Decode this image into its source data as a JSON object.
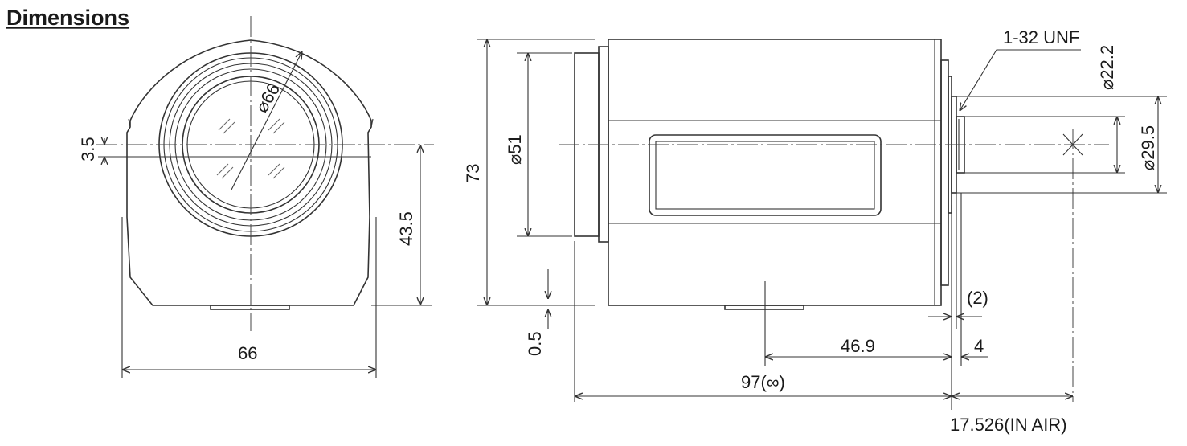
{
  "title": "Dimensions",
  "front_view": {
    "diameter": "⌀66",
    "offset": "3.5",
    "height_to_axis": "43.5",
    "width": "66"
  },
  "side_view": {
    "total_height": "73",
    "front_diameter": "⌀51",
    "base_offset": "0.5",
    "mount_thread": "1-32 UNF",
    "flange_diameter": "⌀22.2",
    "outer_flange_diameter": "⌀29.5",
    "flange_thickness": "(2)",
    "flange_depth": "4",
    "axis_to_mount": "46.9",
    "total_length": "97(∞)",
    "back_focus": "17.526(IN AIR)"
  },
  "colors": {
    "line": "#333333",
    "text": "#1a1a1a"
  }
}
